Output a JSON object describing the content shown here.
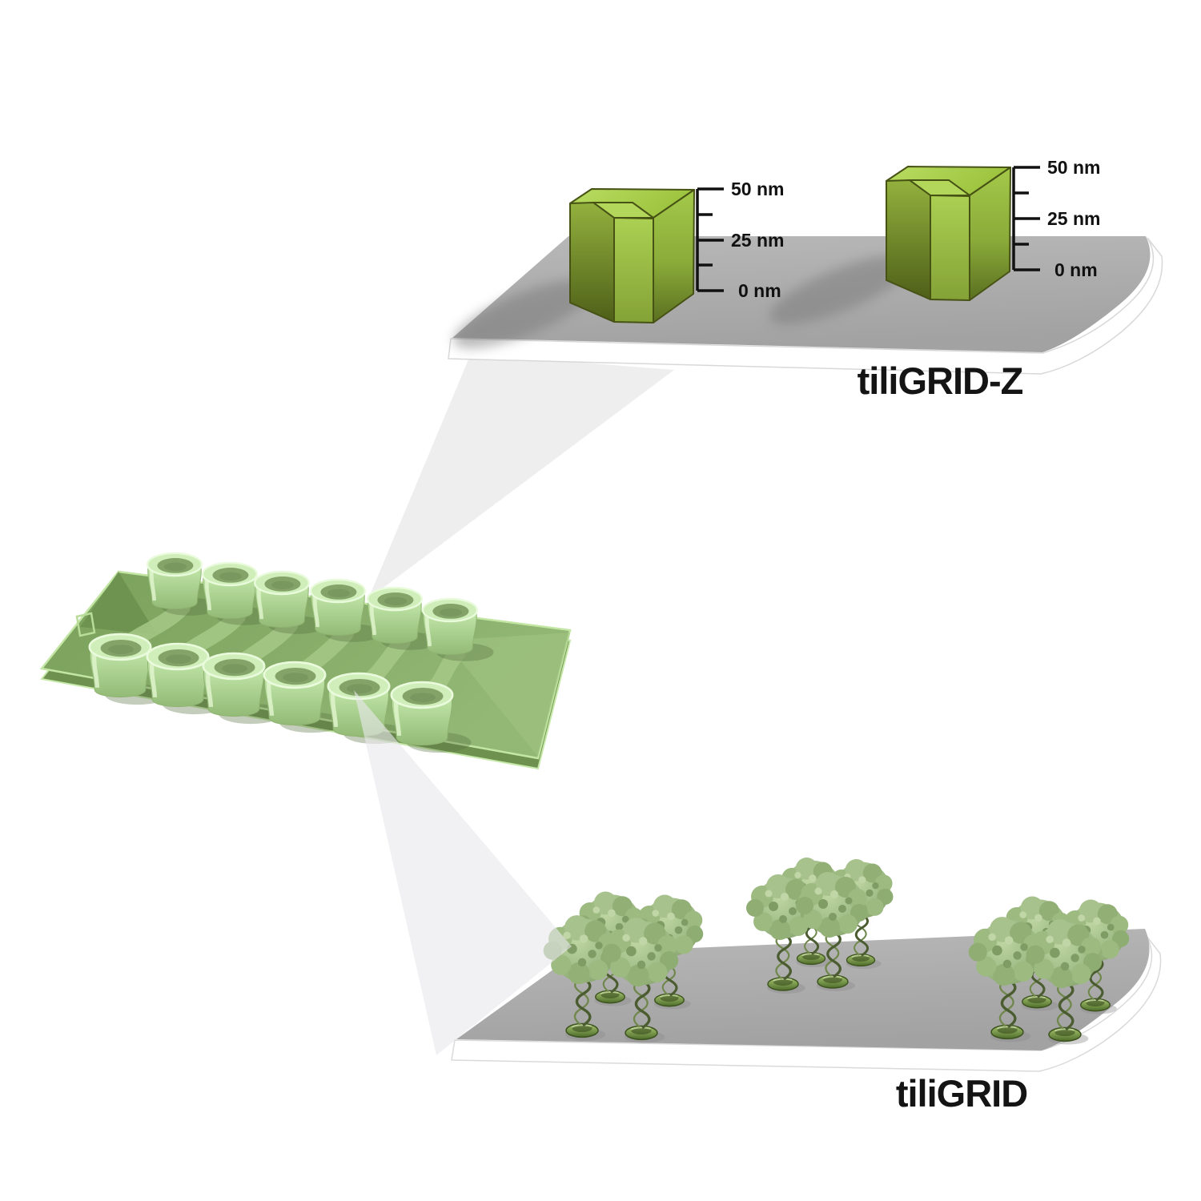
{
  "panels": {
    "top": {
      "title": "tiliGRID-Z",
      "ruler_left": {
        "ticks": [
          "50 nm",
          "25 nm",
          "0 nm"
        ]
      },
      "ruler_right": {
        "ticks": [
          "50 nm",
          "25 nm",
          "0 nm"
        ]
      }
    },
    "bottom": {
      "title": "tiliGRID"
    }
  },
  "colors": {
    "block_green": "#9cc23e",
    "chip_green": "#8fb471",
    "platform_gray": "#a9a9a9",
    "beam_gray": "#ececee",
    "text": "#111111"
  }
}
